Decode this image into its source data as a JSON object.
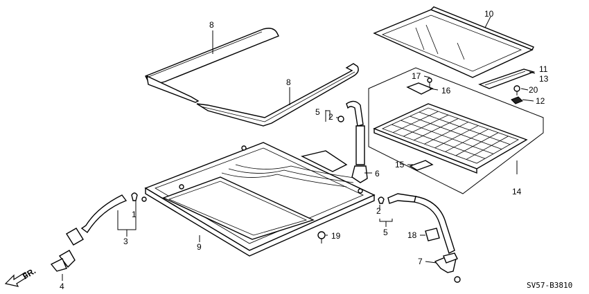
{
  "diagram_code": "SV57-B3810",
  "direction_label": "FR.",
  "callouts": {
    "c1": "1",
    "c2a": "2",
    "c2b": "2",
    "c3": "3",
    "c4": "4",
    "c5a": "5",
    "c5b": "5",
    "c6": "6",
    "c7": "7",
    "c8a": "8",
    "c8b": "8",
    "c9": "9",
    "c10": "10",
    "c11": "11",
    "c12": "12",
    "c13": "13",
    "c14": "14",
    "c15": "15",
    "c16": "16",
    "c17": "17",
    "c18": "18",
    "c19": "19",
    "c20": "20"
  }
}
